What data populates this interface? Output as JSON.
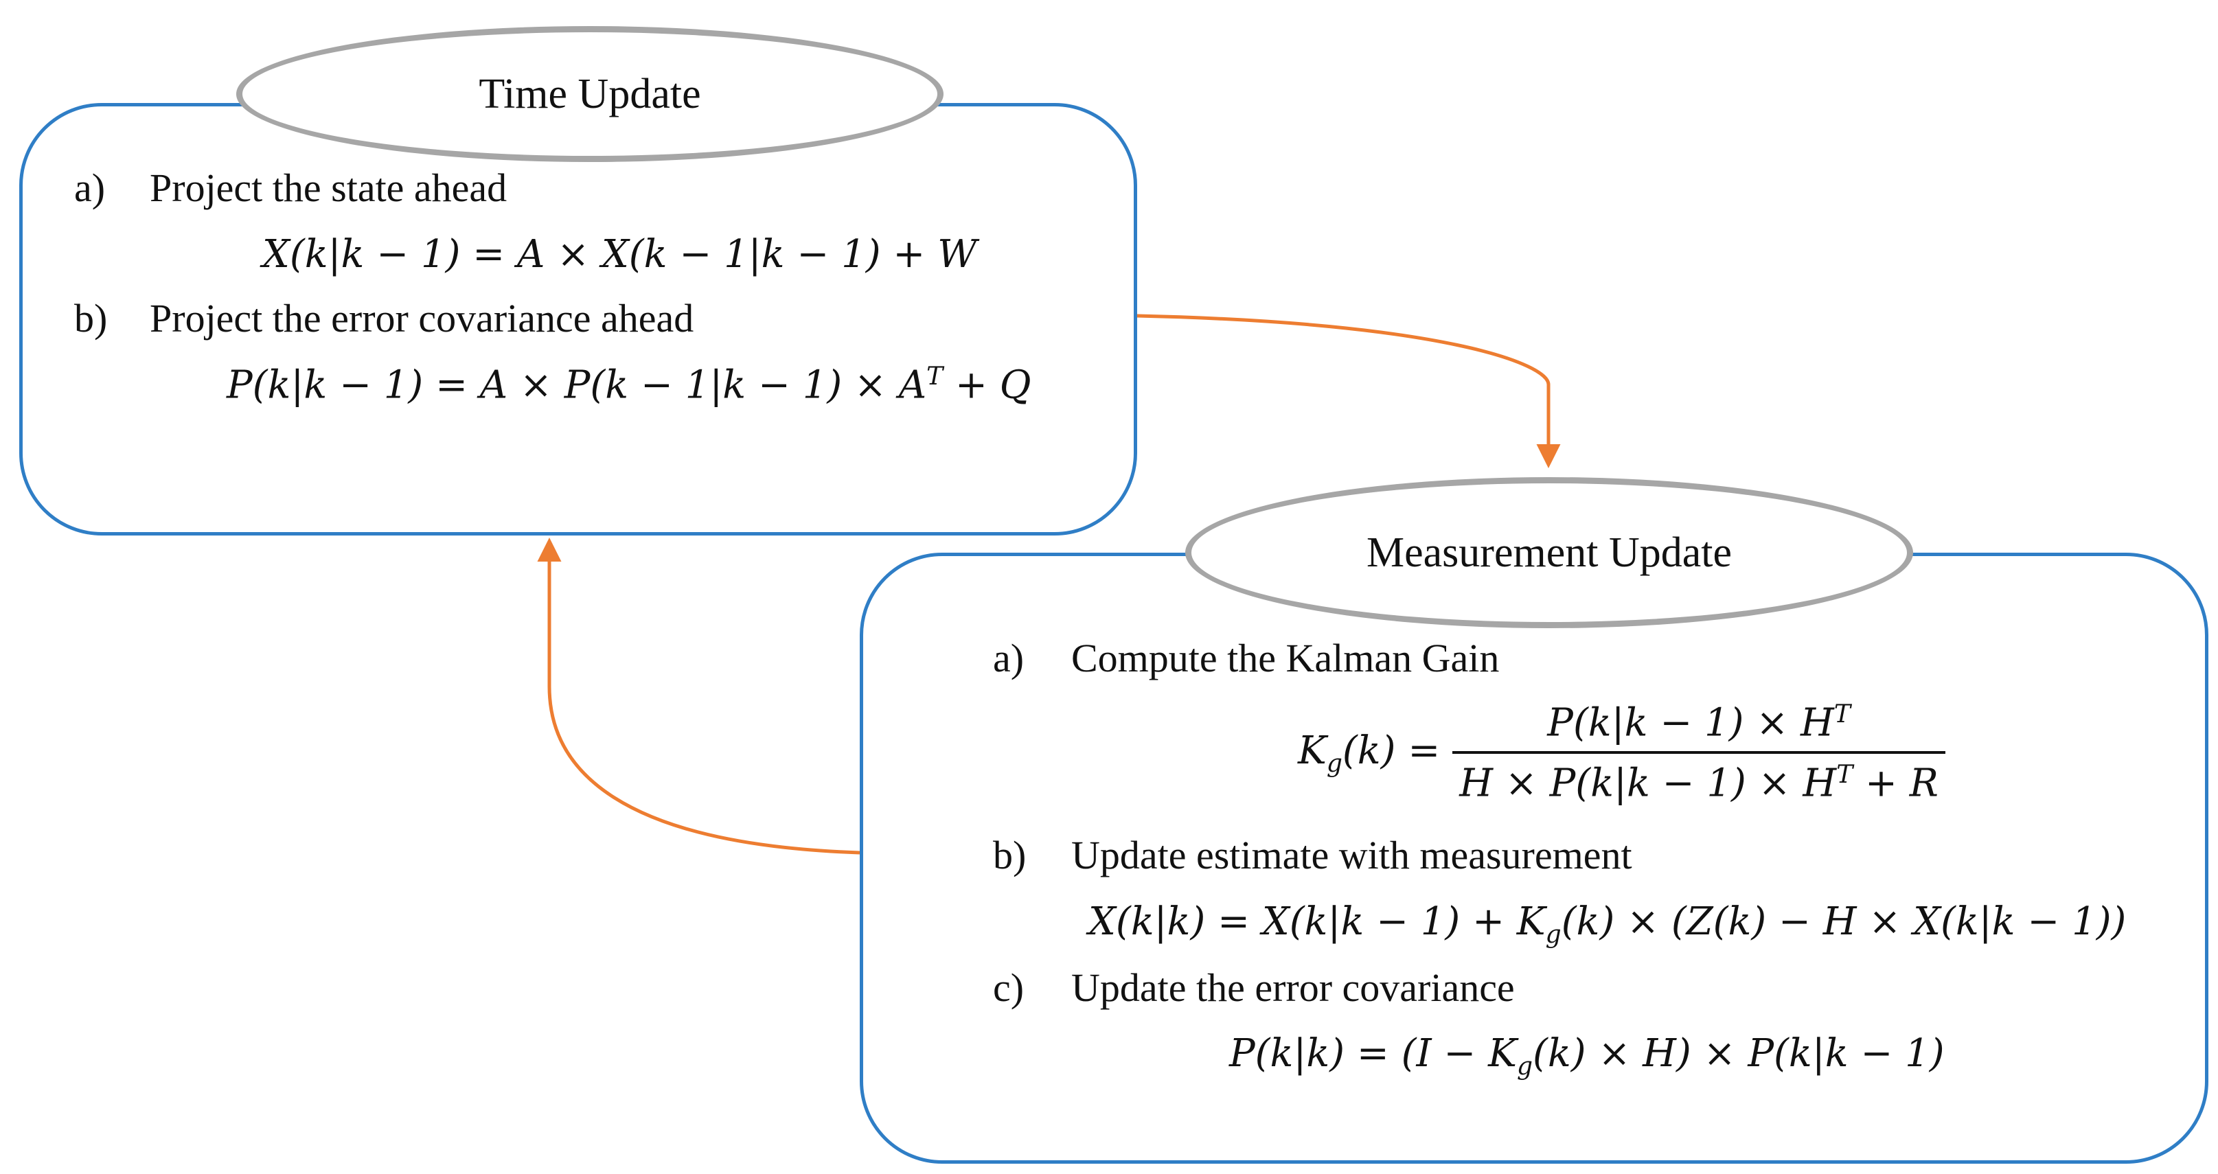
{
  "time_update": {
    "title": "Time Update",
    "steps": [
      {
        "marker": "a)",
        "label": "Project the state ahead",
        "equation": "X(k|k − 1) = A × X(k − 1|k − 1) + W"
      },
      {
        "marker": "b)",
        "label": "Project the error covariance ahead",
        "equation": "P(k|k − 1) = A × P(k − 1|k − 1) × A^T + Q"
      }
    ]
  },
  "measurement_update": {
    "title": "Measurement Update",
    "steps": [
      {
        "marker": "a)",
        "label": "Compute the Kalman Gain",
        "equation": {
          "lhs": "K_g(k) =",
          "numerator": "P(k|k − 1) × H^T",
          "denominator": "H × P(k|k − 1) × H^T + R"
        }
      },
      {
        "marker": "b)",
        "label": "Update estimate with measurement",
        "equation": "X(k|k) = X(k|k − 1) + K_g(k) × (Z(k) − H × X(k|k − 1))"
      },
      {
        "marker": "c)",
        "label": "Update the error covariance",
        "equation": "P(k|k) = (I − K_g(k) × H) × P(k|k − 1)"
      }
    ]
  },
  "colors": {
    "box_border": "#2f7ec6",
    "ellipse_border": "#a6a6a6",
    "arrow": "#ed7d31",
    "text": "#111111"
  }
}
